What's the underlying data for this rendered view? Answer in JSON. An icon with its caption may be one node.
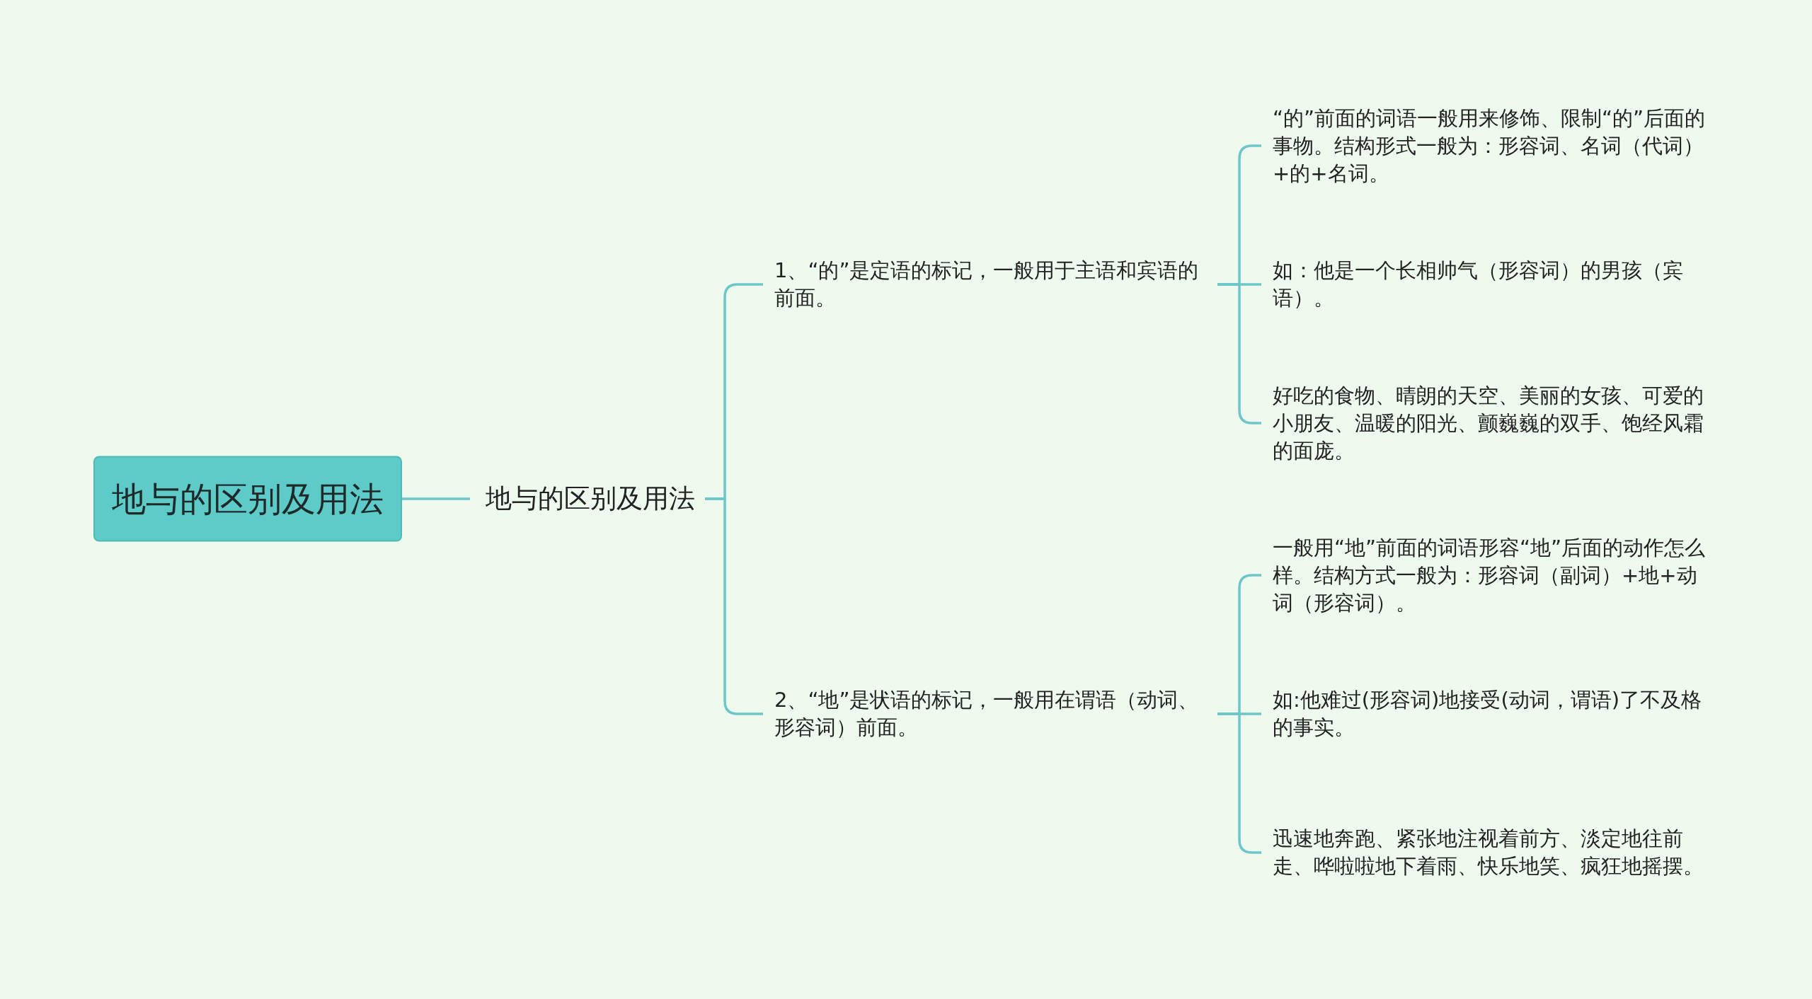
{
  "diagram": {
    "nodes": [
      {
        "text": [
          "地与的区别及用法"
        ]
      },
      {
        "text": [
          "地与的区别及用法"
        ]
      },
      {
        "text": [
          "1、“的”是定语的标记，一般用于主语和宾语的前面。"
        ]
      },
      {
        "text": [
          "“的”前面的词语一般用来修饰、限制“的”后面的事物。结构形式一般为：形容词、名词（代词）+的+名词。"
        ]
      },
      {
        "text": [
          "如：他是一个长相帅气（形容词）的男孩（宾语）。"
        ]
      },
      {
        "text": [
          "好吃的食物、晴朗的天空、美丽的女孩、可爱的小朋友、温暖的阳光、颤巍巍的双手、饱经风霜的面庞。"
        ]
      },
      {
        "text": [
          "2、“地”是状语的标记，一般用在谓语（动词、形容词）前面。"
        ]
      },
      {
        "text": [
          "一般用“地”前面的词语形容“地”后面的动作怎么样。结构方式一般为：形容词（副词）+地+动词（形容词）。"
        ]
      },
      {
        "text": [
          "如:他难过(形容词)地接受(动词，谓语)了不及格的事实。"
        ]
      },
      {
        "text": [
          "迅速地奔跑、紧张地注视着前方、淡定地往前走、哗啦啦地下着雨、快乐地笑、疯狂地摇摆。"
        ]
      }
    ],
    "edges": [
      {
        "from": 0,
        "to": 1,
        "arrow": "none"
      },
      {
        "from": 1,
        "to": 2,
        "arrow": "none"
      },
      {
        "from": 1,
        "to": 6,
        "arrow": "none"
      },
      {
        "from": 2,
        "to": 3,
        "arrow": "none"
      },
      {
        "from": 2,
        "to": 4,
        "arrow": "none"
      },
      {
        "from": 2,
        "to": 5,
        "arrow": "none"
      },
      {
        "from": 6,
        "to": 7,
        "arrow": "none"
      },
      {
        "from": 6,
        "to": 8,
        "arrow": "none"
      },
      {
        "from": 6,
        "to": 9,
        "arrow": "none"
      }
    ]
  }
}
